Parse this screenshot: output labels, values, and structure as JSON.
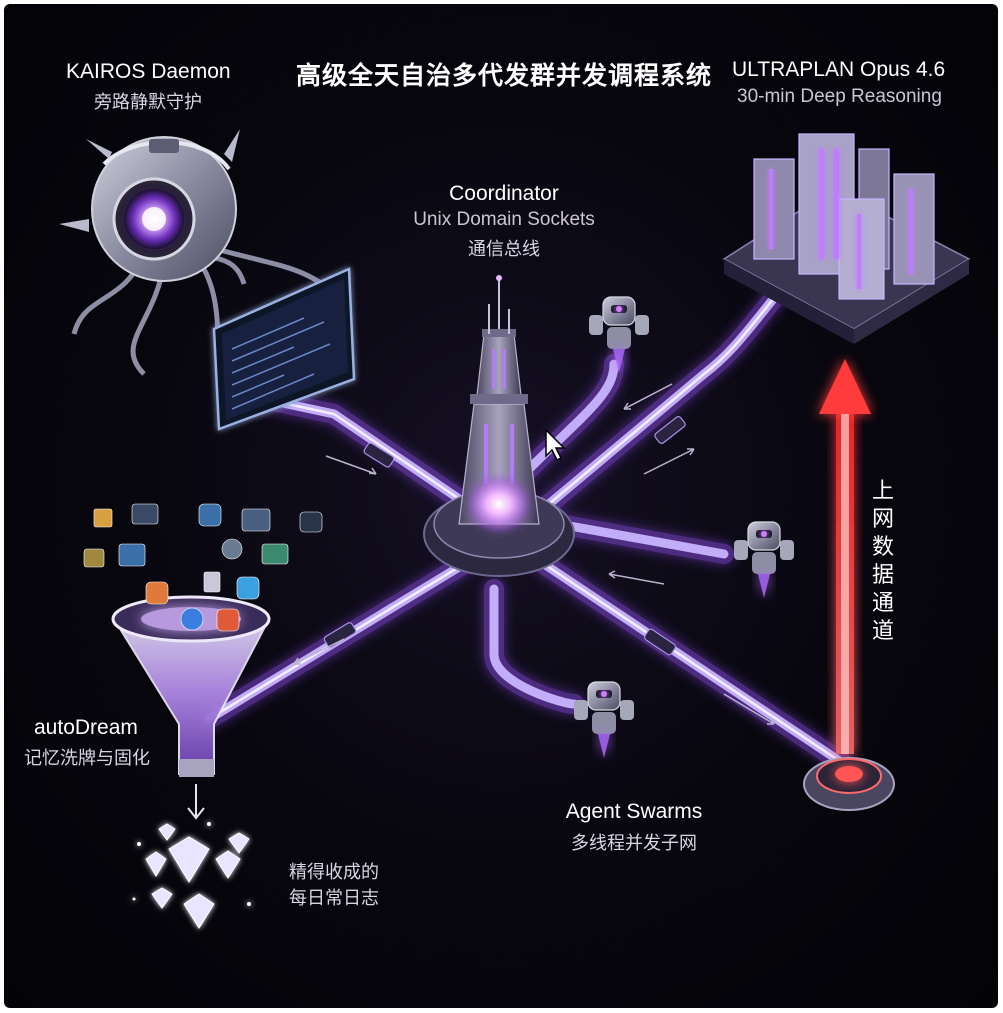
{
  "title": "高级全天自治多代发群并发调程系统",
  "kairos": {
    "name": "KAIROS Daemon",
    "subtitle": "旁路静默守护"
  },
  "ultraplan": {
    "name": "ULTRAPLAN Opus 4.6",
    "subtitle": "30-min Deep Reasoning"
  },
  "coordinator": {
    "name": "Coordinator",
    "subtitle": "Unix Domain Sockets",
    "subtitle_cn": "通信总线"
  },
  "autodream": {
    "name": "autoDream",
    "subtitle": "记忆洗牌与固化"
  },
  "swarms": {
    "name": "Agent Swarms",
    "subtitle": "多线程并发子网"
  },
  "diamonds": {
    "line1": "精得收成的",
    "line2": "每日常日志"
  },
  "uplink": {
    "label": "上网数据通道"
  },
  "colors": {
    "background": "#07060d",
    "pipe_glow": "#b06cff",
    "uplink": "#ff3b3b",
    "hub_core": "#e9b6ff"
  }
}
